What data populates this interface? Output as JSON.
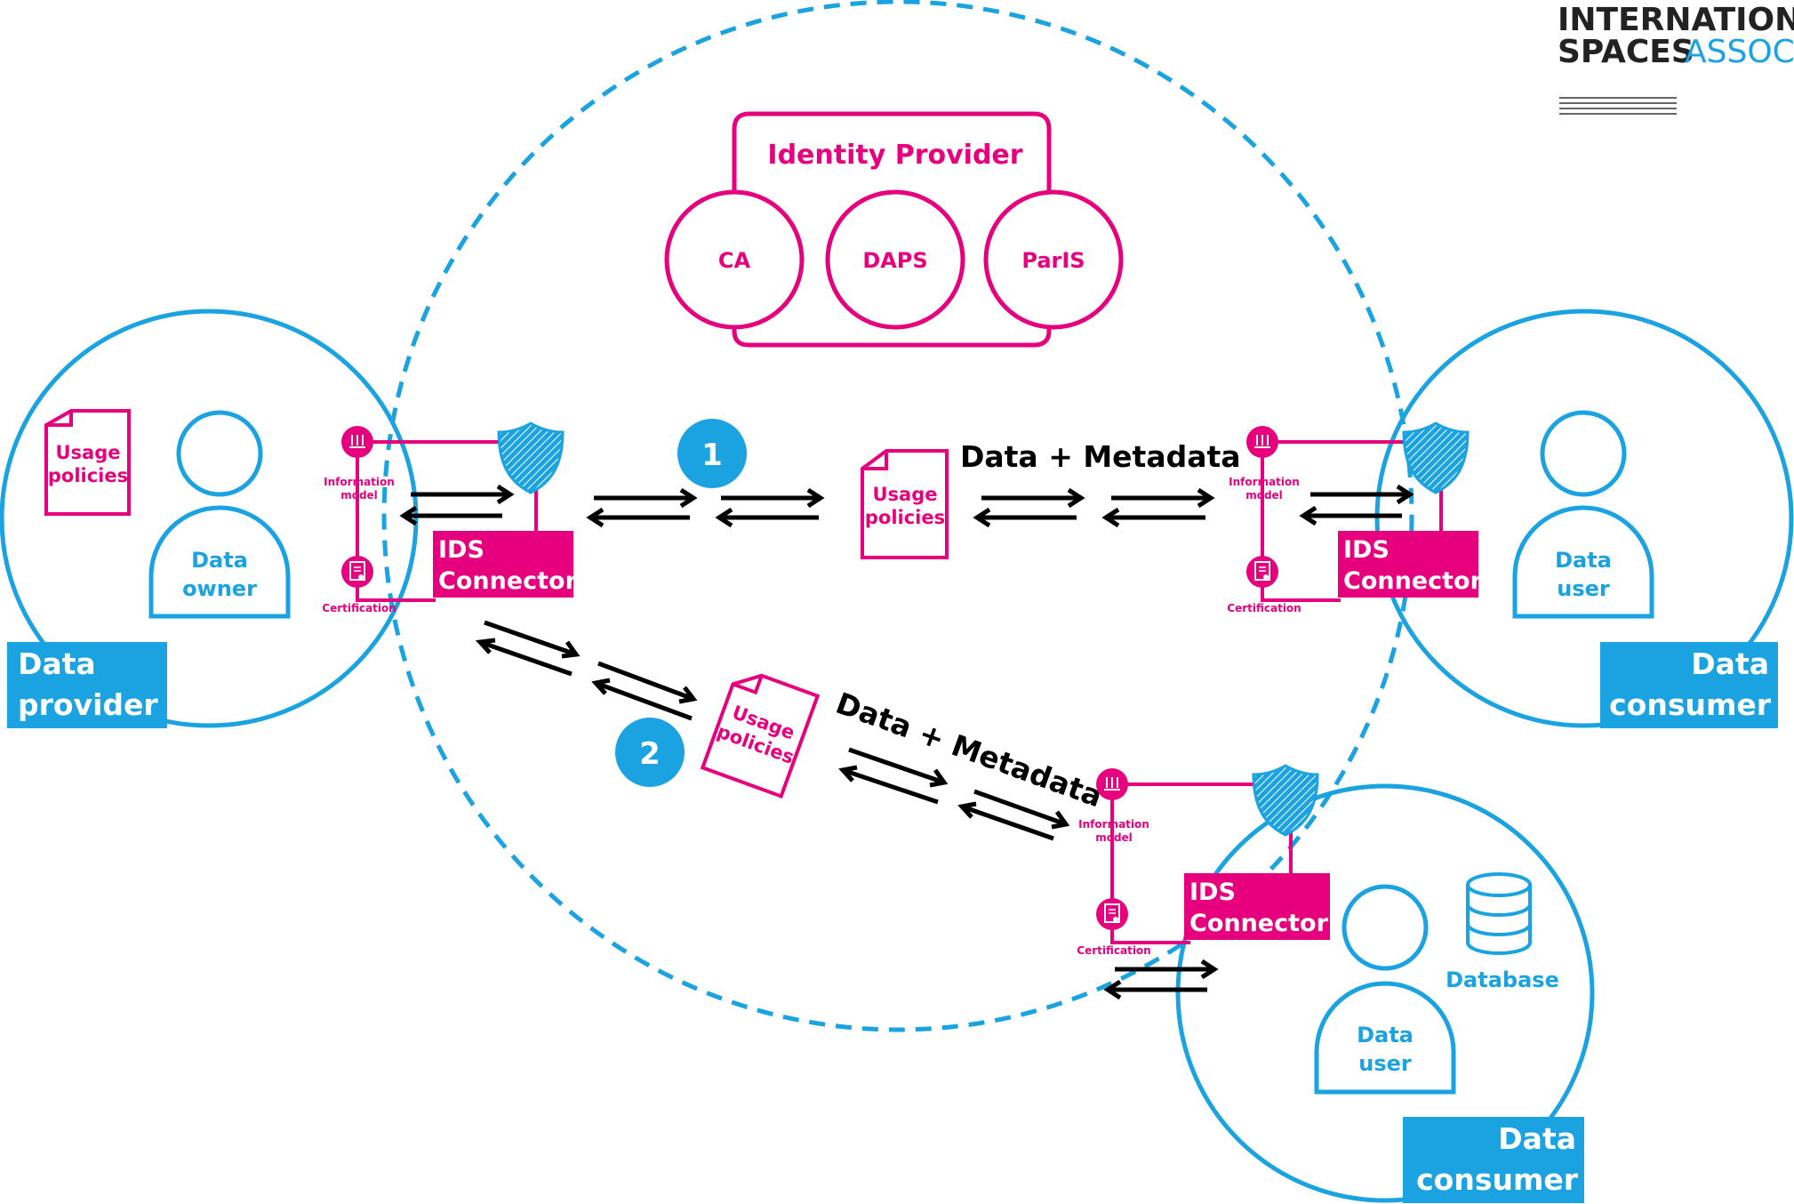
{
  "logo": {
    "line1": "INTERNATION",
    "line2a": "SPACES",
    "line2b": "ASSOC"
  },
  "identity_provider": {
    "title": "Identity Provider",
    "services": [
      "CA",
      "DAPS",
      "ParIS"
    ]
  },
  "data_provider": {
    "label_line1": "Data",
    "label_line2": "provider",
    "person_line1": "Data",
    "person_line2": "owner",
    "policy_line1": "Usage",
    "policy_line2": "policies"
  },
  "consumer_top": {
    "label_line1": "Data",
    "label_line2": "consumer",
    "person_line1": "Data",
    "person_line2": "user"
  },
  "consumer_bottom": {
    "label_line1": "Data",
    "label_line2": "consumer",
    "person_line1": "Data",
    "person_line2": "user",
    "database": "Database"
  },
  "connector": {
    "line1": "IDS",
    "line2": "Connector",
    "info_line1": "Information",
    "info_line2": "model",
    "cert": "Certification"
  },
  "flow1": {
    "step": "1",
    "label": "Data + Metadata",
    "policy_line1": "Usage",
    "policy_line2": "policies"
  },
  "flow2": {
    "step": "2",
    "label": "Data + Metadata",
    "policy_line1": "Usage",
    "policy_line2": "policies"
  },
  "colors": {
    "magenta": "#e6007e",
    "blue": "#1aa3e0",
    "black": "#000000"
  }
}
